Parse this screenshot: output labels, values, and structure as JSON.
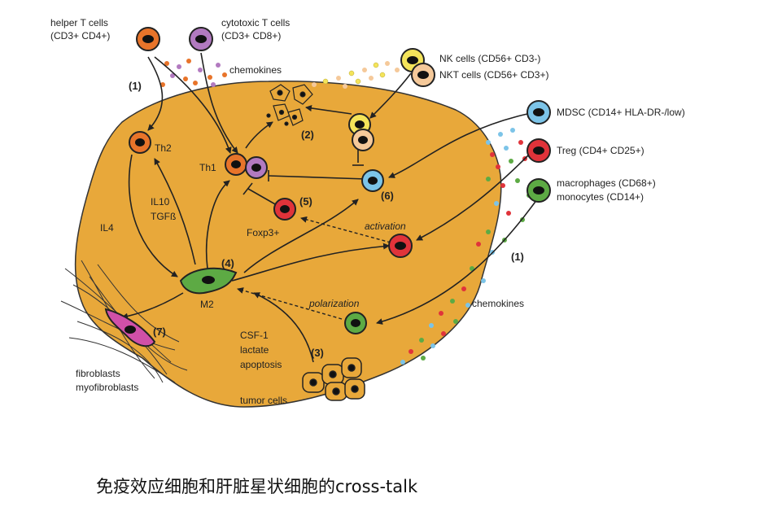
{
  "labels": {
    "helper_line1": "helper T cells",
    "helper_line2": "(CD3+ CD4+)",
    "cytotoxic_line1": "cytotoxic T cells",
    "cytotoxic_line2": "(CD3+ CD8+)",
    "chemokines_top": "chemokines",
    "nk_cells": "NK cells (CD56+ CD3-)",
    "nkt_cells": "NKT cells (CD56+ CD3+)",
    "mdsc": "MDSC (CD14+ HLA-DR-/low)",
    "treg": "Treg (CD4+ CD25+)",
    "macrophages": "macrophages (CD68+)",
    "monocytes": "monocytes  (CD14+)",
    "chemokines_right": "chemokines",
    "th2": "Th2",
    "th1": "Th1",
    "il10": "IL10",
    "tgfb": "TGFß",
    "il4": "IL4",
    "foxp3": "Foxp3+",
    "activation": "activation",
    "polarization": "polarization",
    "m2": "M2",
    "csf1": "CSF-1",
    "lactate": "lactate",
    "apoptosis": "apoptosis",
    "tumor_cells": "tumor cells",
    "fibroblasts": "fibroblasts",
    "myofibroblasts": "myofibroblasts"
  },
  "numbers": {
    "n1_left": "(1)",
    "n1_right": "(1)",
    "n2": "(2)",
    "n3": "(3)",
    "n4": "(4)",
    "n5": "(5)",
    "n6": "(6)",
    "n7": "(7)"
  },
  "caption": "免疫效应细胞和肝脏星状细胞的cross-talk",
  "colors": {
    "tumor": "#E8A83A",
    "helper_t": "#E8742A",
    "cytotoxic_t": "#B27AC0",
    "nk": "#F4E45A",
    "nkt": "#F5C99A",
    "mdsc": "#7CC4E8",
    "treg": "#E0333A",
    "macrophage": "#5DAA44",
    "fibroblast": "#D050A8"
  }
}
